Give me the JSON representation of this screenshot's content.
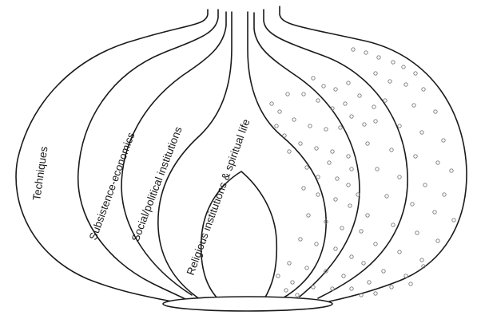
{
  "labels": {
    "techniques": "Techniques",
    "subsistence": "Subsistence-economics",
    "social": "Social/political institutions",
    "religious": "Religious institutions & spiritual life"
  }
}
